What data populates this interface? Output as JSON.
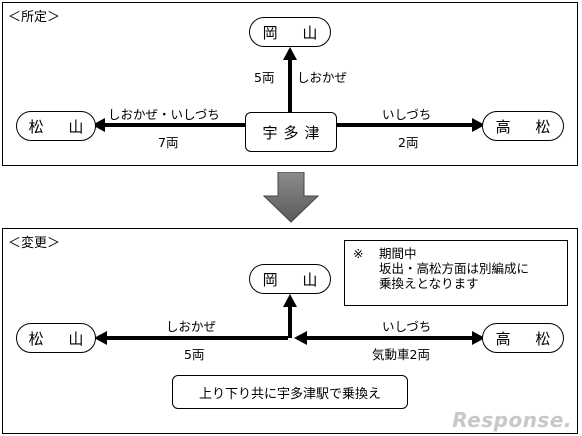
{
  "top": {
    "title": "＜所定＞",
    "okayama": "岡 山",
    "matsuyama": "松 山",
    "takamatsu": "高 松",
    "hub": "宇多津",
    "up_cars": "5両",
    "up_name": "しおかぜ",
    "left_name": "しおかぜ・いしづち",
    "left_cars": "7両",
    "right_name": "いしづち",
    "right_cars": "2両"
  },
  "bottom": {
    "title": "＜変更＞",
    "okayama": "岡 山",
    "matsuyama": "松 山",
    "takamatsu": "高 松",
    "left_name": "しおかぜ",
    "left_cars": "5両",
    "right_name": "いしづち",
    "right_cars": "気動車2両",
    "note_mark": "※",
    "note_lines": [
      "期間中",
      "坂出・高松方面は別編成に",
      "乗換えとなります"
    ],
    "message": "上り下り共に宇多津駅で乗換え"
  },
  "watermark": "Response."
}
